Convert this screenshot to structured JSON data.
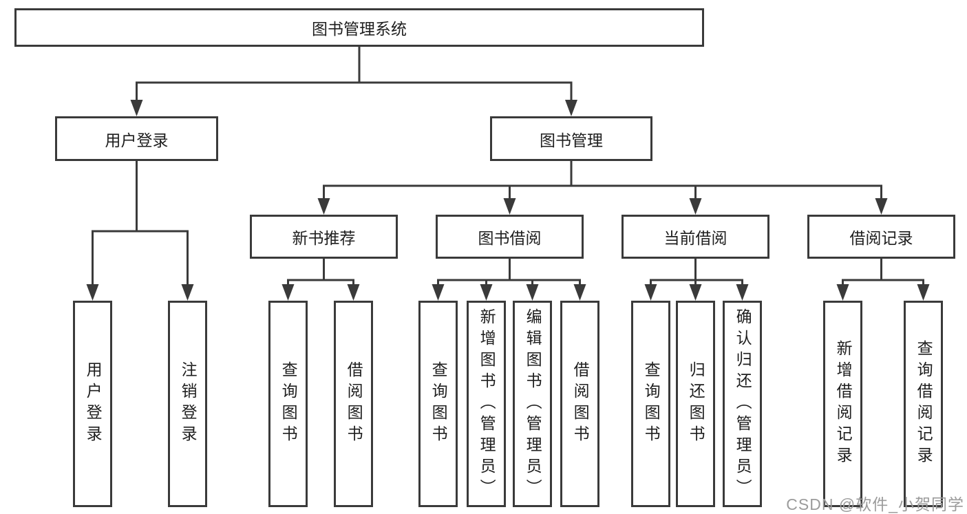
{
  "tree": {
    "label": "图书管理系统",
    "children": [
      {
        "label": "用户登录",
        "children": [
          {
            "label": "用户登录"
          },
          {
            "label": "注销登录"
          }
        ]
      },
      {
        "label": "图书管理",
        "children": [
          {
            "label": "新书推荐",
            "children": [
              {
                "label": "查询图书"
              },
              {
                "label": "借阅图书"
              }
            ]
          },
          {
            "label": "图书借阅",
            "children": [
              {
                "label": "查询图书"
              },
              {
                "label": "新增图书（管理员）"
              },
              {
                "label": "编辑图书（管理员）"
              },
              {
                "label": "借阅图书"
              }
            ]
          },
          {
            "label": "当前借阅",
            "children": [
              {
                "label": "查询图书"
              },
              {
                "label": "归还图书"
              },
              {
                "label": "确认归还（管理员）"
              }
            ]
          },
          {
            "label": "借阅记录",
            "children": [
              {
                "label": "新增借阅记录"
              },
              {
                "label": "查询借阅记录"
              }
            ]
          }
        ]
      }
    ]
  },
  "watermark": "CSDN @软件_小贺同学",
  "colors": {
    "line": "#3a3a3a",
    "box_border": "#3a3a3a",
    "text": "#1e1e1e",
    "watermark": "#9b9b9b",
    "background": "#ffffff"
  }
}
